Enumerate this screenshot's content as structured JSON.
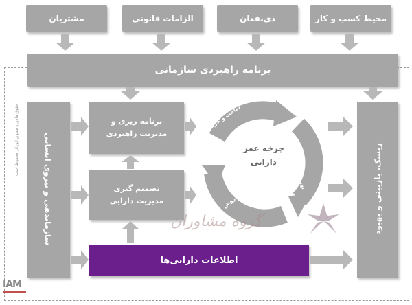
{
  "top_boxes": {
    "customers": "مشتریان",
    "legal": "الزامات قانونی",
    "stakeholders": "ذی‌نفعان",
    "business_env": "محیط کسب و کار"
  },
  "strategic_plan": "برنامه راهبردی سازمانی",
  "left_column": "سازماندهی و نیروی انسانی",
  "right_column": "ریسک، بازبینی و بهبود",
  "planning_box": "برنامه ریزی و مدیریت راهبردی",
  "decision_box": "تصمیم گیری مدیریت دارایی",
  "cycle_title": "چرخه عمر دارایی",
  "cycle_segments": {
    "build": "ساخت و خرید",
    "operate": "بهره برداری و نگهداشت",
    "dispose": "اسقاط و فروش"
  },
  "asset_info": "اطلاعات دارایی‌ها",
  "watermark": "گروه مشاوران",
  "side_note": "حقوق مادی و معنوی این اثر محفوظ است",
  "logo_text": "IAM",
  "colors": {
    "box_gray": "#a6a6a6",
    "arrow_gray": "#b8b8b8",
    "purple": "#6b1f8c"
  }
}
